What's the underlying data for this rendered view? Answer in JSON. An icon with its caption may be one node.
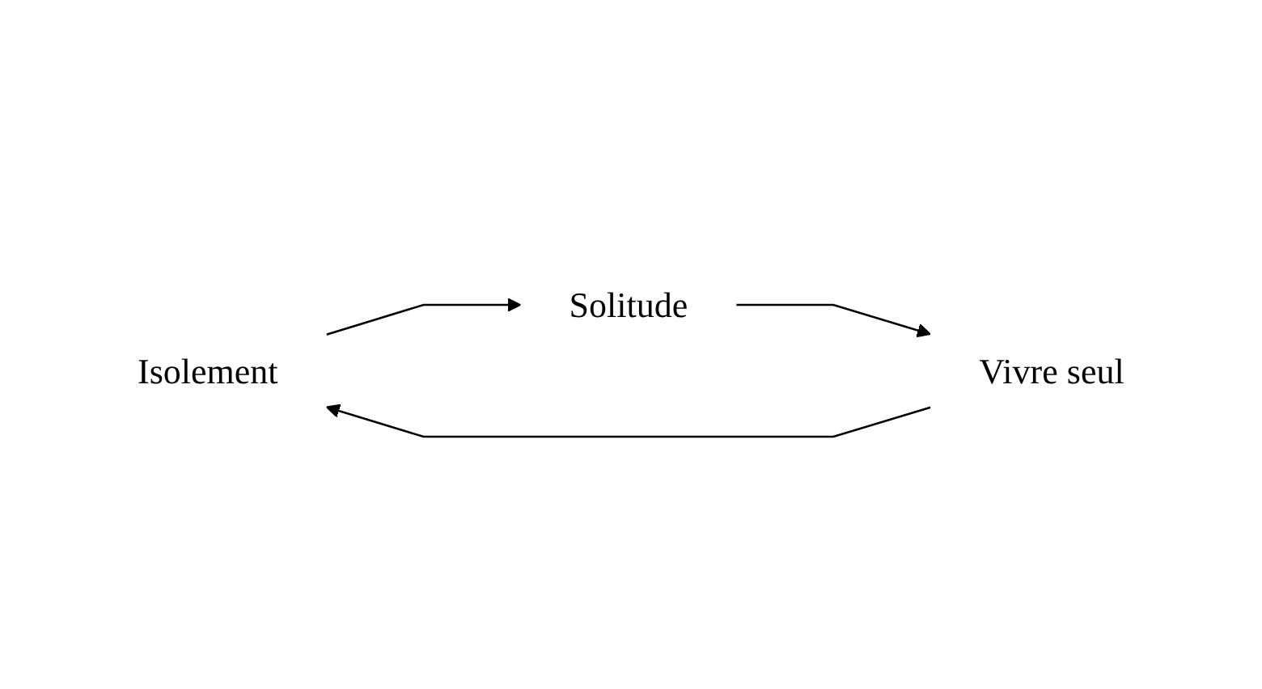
{
  "diagram": {
    "nodes": [
      {
        "text": [
          "Isolement"
        ]
      },
      {
        "text": [
          "Solitude"
        ]
      },
      {
        "text": [
          "Vivre seul"
        ]
      }
    ],
    "edges": [
      {
        "from": 2,
        "to": 0,
        "arrow": "to"
      },
      {
        "from": 0,
        "to": 1,
        "arrow": "to"
      },
      {
        "from": 1,
        "to": 2,
        "arrow": "to"
      }
    ]
  }
}
